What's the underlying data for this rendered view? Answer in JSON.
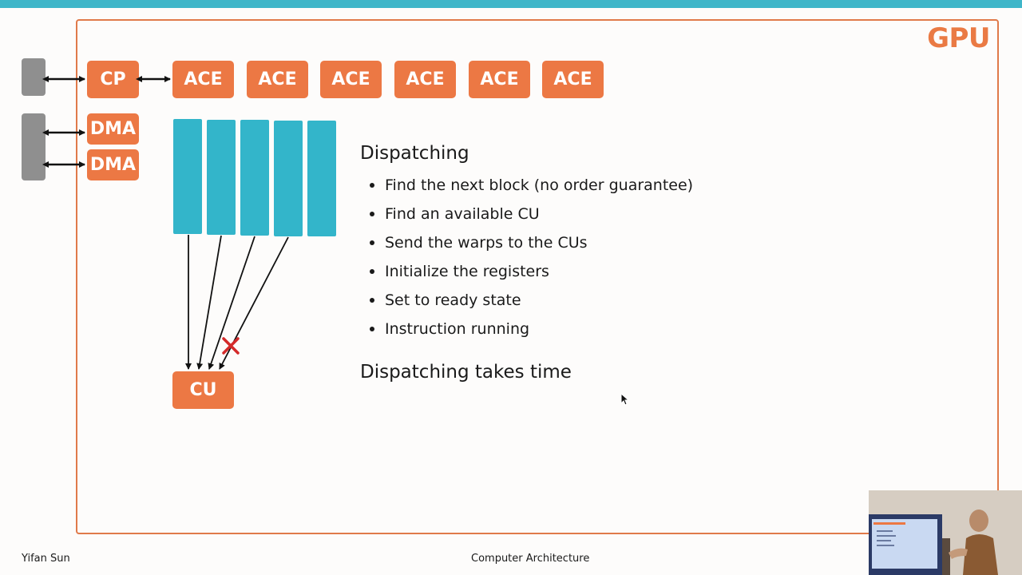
{
  "diagram": {
    "gpu_label": "GPU",
    "cp_label": "CP",
    "ace_labels": [
      "ACE",
      "ACE",
      "ACE",
      "ACE",
      "ACE",
      "ACE"
    ],
    "dma_labels": [
      "DMA",
      "DMA"
    ],
    "cu_label": "CU"
  },
  "slide": {
    "heading": "Dispatching",
    "bullets": [
      "Find the next block (no order guarantee)",
      "Find an available CU",
      "Send the warps to the CUs",
      "Initialize the registers",
      "Set to ready state",
      "Instruction running"
    ],
    "conclusion": "Dispatching takes time"
  },
  "footer": {
    "author": "Yifan Sun",
    "course": "Computer Architecture"
  },
  "colors": {
    "accent_orange": "#ec7844",
    "block_cyan": "#33b5ca",
    "top_bar": "#3fb6c9",
    "reject_red": "#d42a2a"
  }
}
